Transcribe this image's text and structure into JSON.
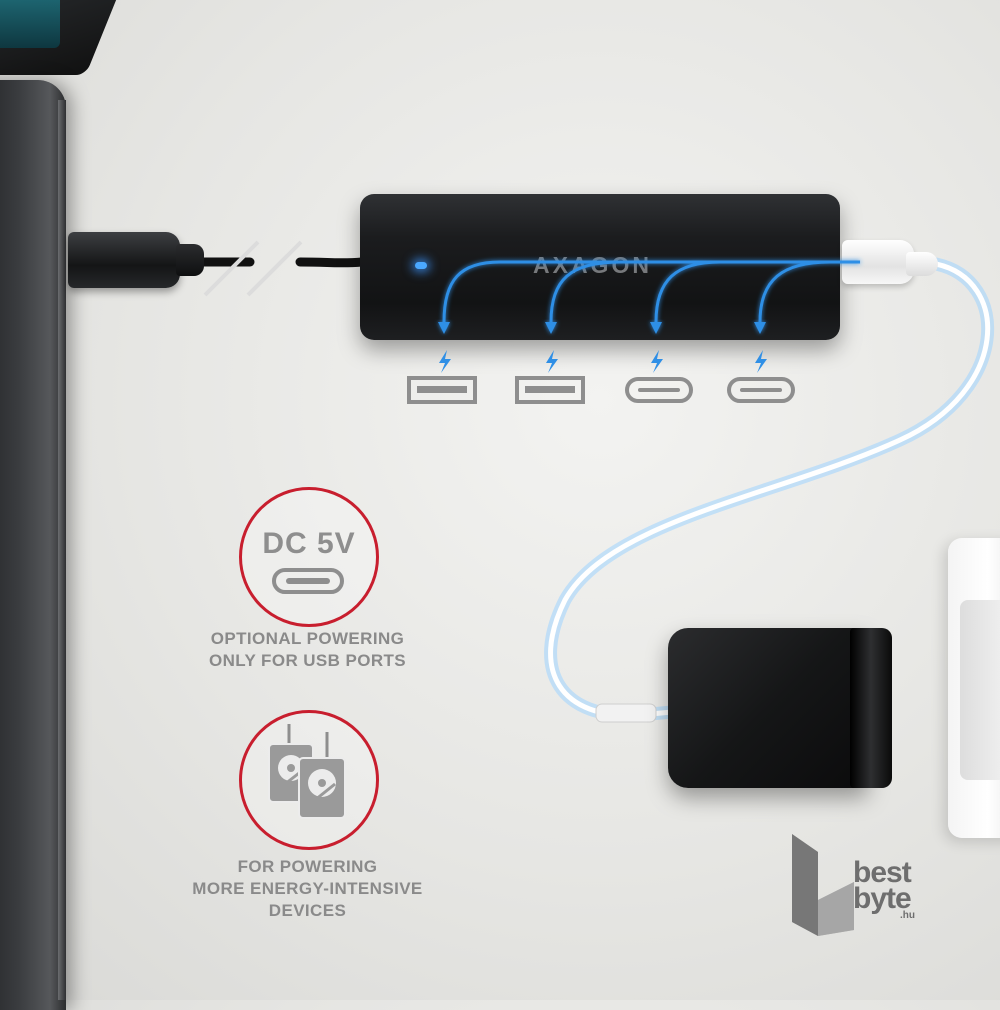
{
  "hub": {
    "brand": "AXAGON"
  },
  "ports": [
    {
      "type": "usb-a",
      "icon": "lightning-icon"
    },
    {
      "type": "usb-a",
      "icon": "lightning-icon"
    },
    {
      "type": "usb-c",
      "icon": "lightning-icon"
    },
    {
      "type": "usb-c",
      "icon": "lightning-icon"
    }
  ],
  "dc_badge": {
    "label": "DC 5V",
    "caption_line1": "OPTIONAL POWERING",
    "caption_line2": "ONLY FOR USB PORTS"
  },
  "hdd_badge": {
    "caption_line1": "FOR POWERING",
    "caption_line2": "MORE ENERGY-INTENSIVE",
    "caption_line3": "DEVICES"
  },
  "watermark": {
    "line1": "best",
    "line2": "byte",
    "line3": ".hu"
  },
  "colors": {
    "accent_red": "#c81e2e",
    "flow_blue": "#2f8fe6",
    "icon_gray": "#8e8e8e",
    "hub_black": "#151617"
  }
}
